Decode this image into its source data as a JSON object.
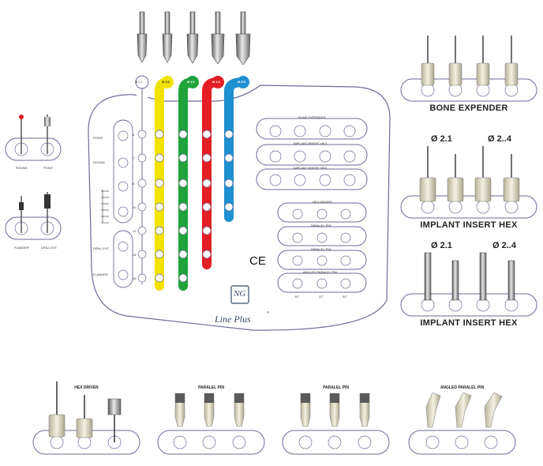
{
  "tray": {
    "diameters": [
      "Ø 2.1",
      "Ø 3.5",
      "Ø 4.0",
      "Ø 4.5",
      "Ø 5.5"
    ],
    "row_labels": {
      "point": "POINT",
      "round": "ROUND",
      "drill_ext": "DRILL EXT.",
      "flander": "FLANDER"
    },
    "slot_numbers": [
      "6",
      "7",
      "8",
      "10",
      "12",
      "14",
      "16"
    ],
    "rack_labels": {
      "bone_expender": "BONE EXPENDER",
      "implant_insert_hex": "IMPLANT INSERT HEX",
      "implant_insert_hex2": "IMPLANT INSERT HEX",
      "hex_driver": "HEX DRIVER",
      "paralel_pin": "PARALEL PIN",
      "paralel_pin2": "PARALEL PIN",
      "angled_paralel_pin": "ANGLED PARALEL PIN"
    },
    "angles": [
      "15°",
      "22°",
      "30°"
    ],
    "ce_mark": "CE",
    "logo_letters": "NG",
    "brand_name": "Line Plus",
    "registered": "®"
  },
  "left_items": {
    "round": "ROUND",
    "point": "POINT",
    "flander": "FLANDER",
    "drill_ext": "DRILL EXT."
  },
  "right_panels": {
    "bone_expender": "BONE EXPENDER",
    "implant_insert_hex_1": "IMPLANT INSERT  HEX",
    "implant_insert_hex_2": "IMPLANT INSERT  HEX",
    "dia_a": "Ø 2.1",
    "dia_b": "Ø 2..4",
    "dia_c": "Ø 2.1",
    "dia_d": "Ø 2..4"
  },
  "bottom_panels": {
    "hex_driver": "HEX DRIVER",
    "paralel_pin_1": "PARALEL PIN",
    "paralel_pin_2": "PARALEL PIN",
    "angled_paralel_pin": "ANGLED PARALEL PIN"
  },
  "colors": {
    "yellow": "#f2e200",
    "green": "#1fa33a",
    "red": "#e31e24",
    "blue": "#1e8fd0",
    "outline": "#6b6b9a",
    "metal": "#9a9a9a"
  }
}
